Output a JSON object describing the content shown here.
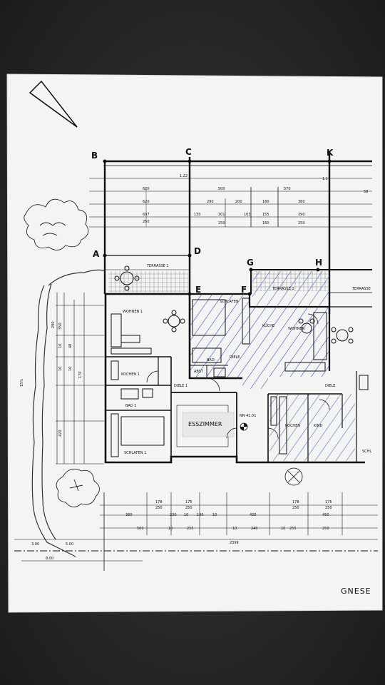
{
  "grid_points": {
    "b": "B",
    "c": "C",
    "k": "K",
    "a": "A",
    "d": "D",
    "g": "G",
    "h": "H",
    "e": "E",
    "f": "F"
  },
  "rooms": {
    "terrasse1": "TERRASSE 1",
    "terrasse2": "TERRASSE 2",
    "terrasse_right": "TERRASSE",
    "wohnen1": "WOHNEN 1",
    "wohnen2": "WOHNEN",
    "schlafen_top": "SCHLAFEN",
    "kueche2": "KÜCHE",
    "kochen1": "KOCHEN 1",
    "bad1": "BAD 1",
    "bad_mid": "BAD",
    "abst": "ABST",
    "diele_mid": "DIELE",
    "diele1": "DIELE 1",
    "diele_right": "DIELE",
    "esszimmer": "ESSZIMMER",
    "nn": "NN 41.01",
    "schlafen1": "SCHLAFEN 1",
    "kochen_right": "KOCHEN",
    "kind": "KIND",
    "schl_right": "SCHL"
  },
  "top_dims": {
    "r1": [
      "620",
      "500",
      "570"
    ],
    "r2": [
      "620",
      "290",
      "200",
      "180",
      "380"
    ],
    "r3": [
      "250",
      "250",
      "160",
      "250"
    ],
    "r3b": [
      "607",
      "130",
      "301",
      "163",
      "155",
      "390"
    ],
    "small": [
      "1.22",
      "1.17",
      "58"
    ]
  },
  "left_dims": [
    "350",
    "290",
    "10",
    "40",
    "170",
    "10",
    "10",
    "420",
    "15%"
  ],
  "bottom_dims": {
    "r1": [
      "178",
      "250",
      "175",
      "250",
      "178",
      "250",
      "175",
      "250"
    ],
    "r2": [
      "380",
      "230",
      "10",
      "140",
      "10",
      "435",
      "450"
    ],
    "r3": [
      "500",
      "10",
      "255",
      "10",
      "240",
      "10",
      "255",
      "250"
    ],
    "r4": [
      "3.00",
      "5.00",
      "2399"
    ],
    "r5": [
      "8.00"
    ]
  },
  "corner_text": "GNESE"
}
